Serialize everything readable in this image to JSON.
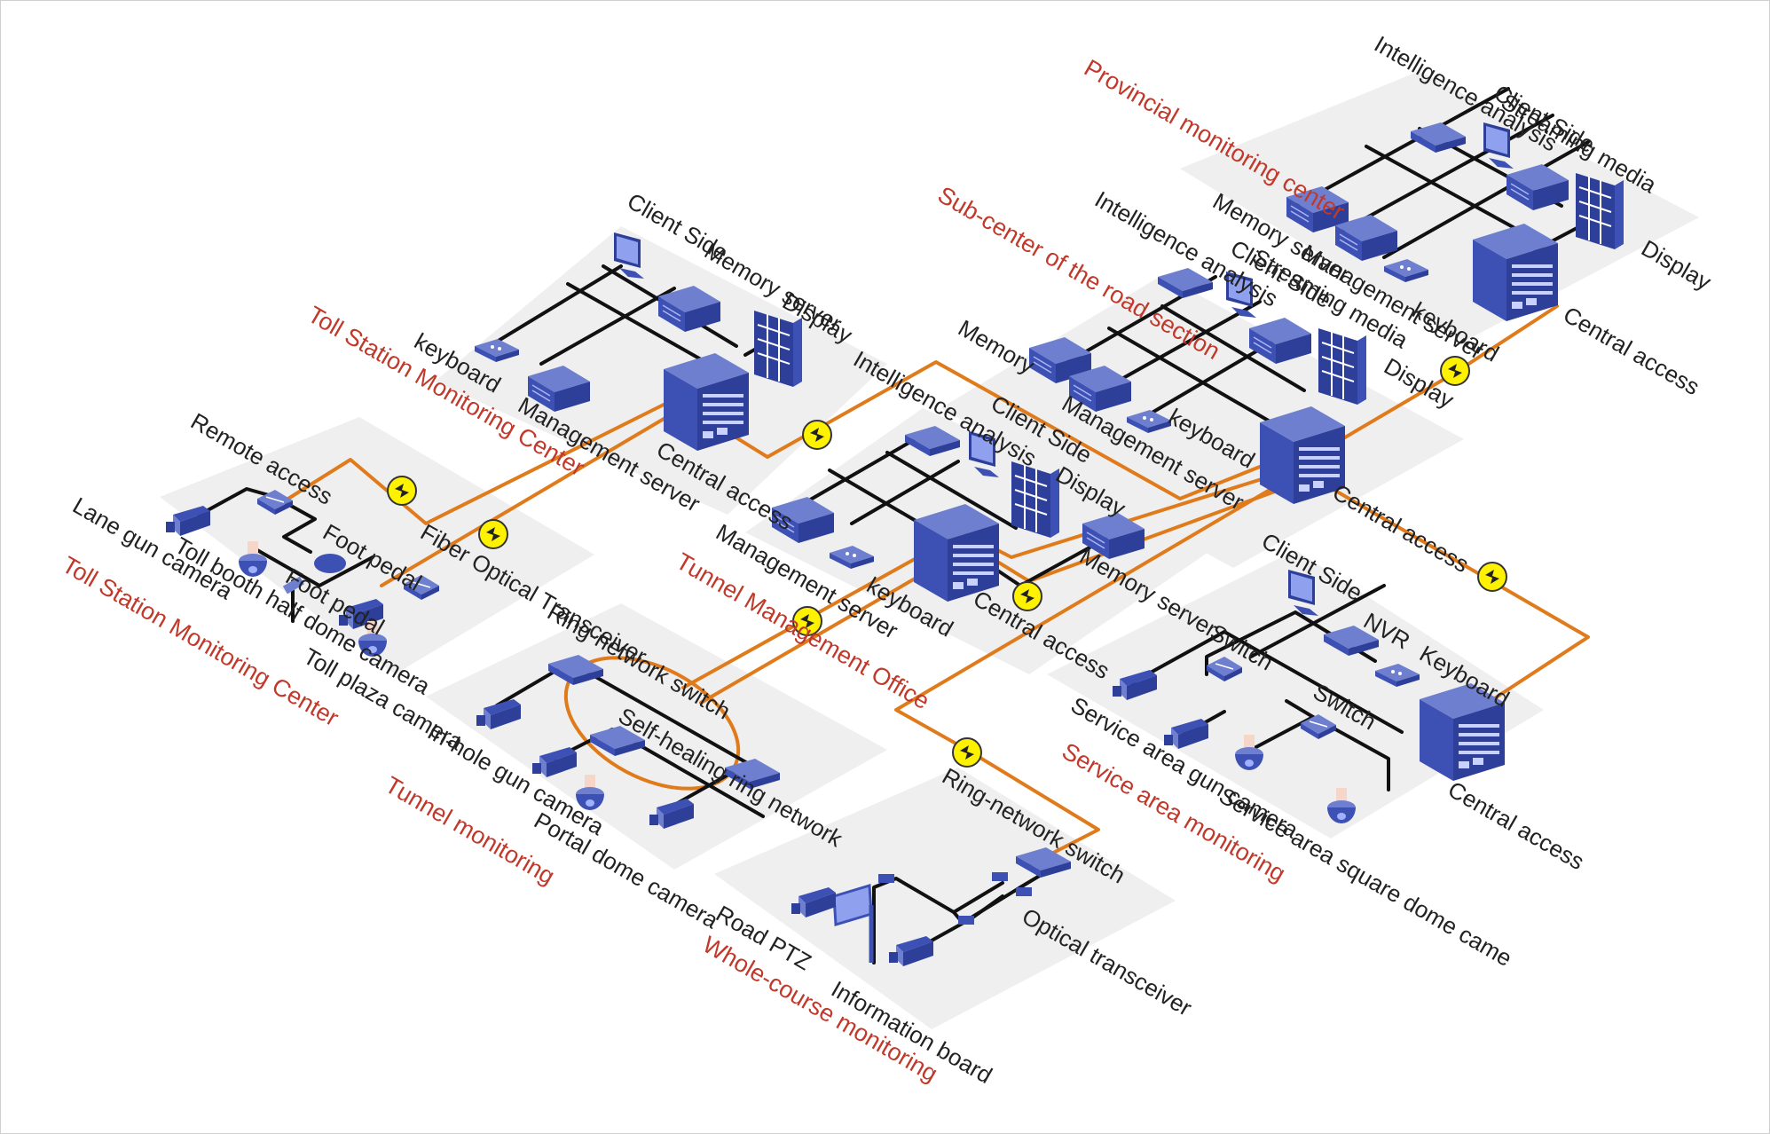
{
  "zones": {
    "provincial": "Provincial monitoring center",
    "subcenter": "Sub-center of the road section",
    "toll_center_top": "Toll Station Monitoring Center",
    "toll_center_bottom": "Toll Station Monitoring Center",
    "tunnel_office": "Tunnel Management Office",
    "tunnel_monitoring": "Tunnel monitoring",
    "service_area": "Service area monitoring",
    "whole_course": "Whole-course monitoring"
  },
  "labels": {
    "prov_intel": "Intelligence analysis",
    "prov_client": "Client Side",
    "prov_stream": "Streaming media",
    "prov_memory": "Memory server",
    "prov_mgmt": "Management server",
    "prov_keyboard": "keyboard",
    "prov_display": "Display",
    "prov_central": "Central access",
    "sub_intel": "Intelligence analysis",
    "sub_client": "Client Side",
    "sub_stream": "Streaming media",
    "sub_memory": "Memory",
    "sub_mgmt": "Management server",
    "sub_keyboard": "keyboard",
    "sub_display": "Display",
    "sub_central": "Central access",
    "toll_client": "Client Side",
    "toll_memory": "Memory server",
    "toll_display": "Display",
    "toll_keyboard": "keyboard",
    "toll_mgmt": "Management server",
    "toll_central": "Central access",
    "tun_intel": "Intelligence analysis",
    "tun_client": "Client Side",
    "tun_display": "Display",
    "tun_mgmt": "Management server",
    "tun_keyboard": "keyboard",
    "tun_central": "Central access",
    "tun_memory": "Memory server",
    "remote_access": "Remote access",
    "lane_gun": "Lane gun camera",
    "toll_booth": "Toll booth half dome camera",
    "toll_plaza": "Toll plaza camera",
    "foot_pedal_1": "Foot pedal",
    "foot_pedal_2": "Foot pedal",
    "fiber_optical": "Fiber Optical Transceiver",
    "ring_switch_1": "Ring-network switch",
    "self_healing": "Self-healing ring network",
    "in_hole_gun": "In-hole gun camera",
    "portal_dome": "Portal dome camera",
    "ring_switch_2": "Ring-network switch",
    "road_ptz": "Road PTZ",
    "info_board": "Information board",
    "optical_transceiver": "Optical transceiver",
    "svc_client": "Client Side",
    "svc_nvr": "NVR",
    "svc_switch_1": "Switch",
    "svc_switch_2": "Switch",
    "svc_keyboard": "Keyboard",
    "svc_gun": "Service area gun camera",
    "svc_square": "Service area square dome came",
    "svc_central": "Central access"
  },
  "colors": {
    "fiber": "#e07b1c",
    "device": "#3d50b4",
    "zone_text": "#c0392b",
    "plane": "#efefef"
  },
  "icons": {
    "link": "lightning-bolt-icon"
  }
}
